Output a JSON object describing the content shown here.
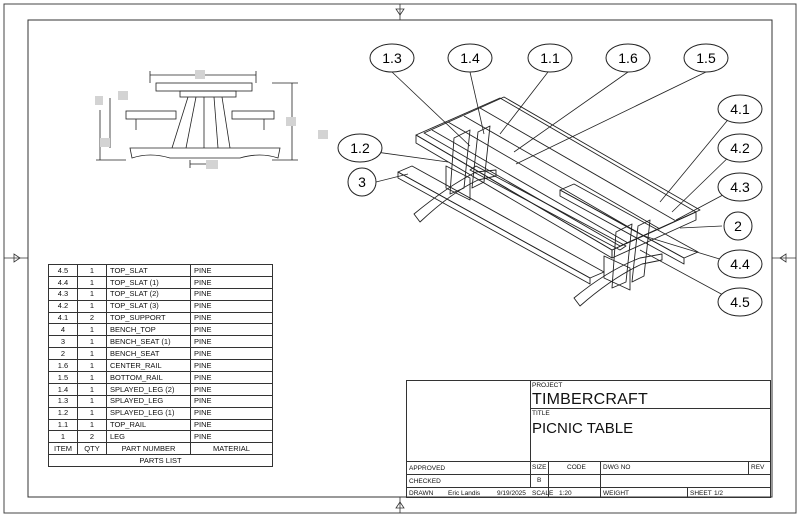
{
  "callouts": [
    {
      "id": "1.3",
      "label": "1.3"
    },
    {
      "id": "1.4",
      "label": "1.4"
    },
    {
      "id": "1.1",
      "label": "1.1"
    },
    {
      "id": "1.6",
      "label": "1.6"
    },
    {
      "id": "1.5",
      "label": "1.5"
    },
    {
      "id": "1.2",
      "label": "1.2"
    },
    {
      "id": "3",
      "label": "3"
    },
    {
      "id": "4.1",
      "label": "4.1"
    },
    {
      "id": "4.2",
      "label": "4.2"
    },
    {
      "id": "4.3",
      "label": "4.3"
    },
    {
      "id": "2",
      "label": "2"
    },
    {
      "id": "4.4",
      "label": "4.4"
    },
    {
      "id": "4.5",
      "label": "4.5"
    }
  ],
  "parts_list": {
    "rows": [
      {
        "item": "4.5",
        "qty": "1",
        "part": "TOP_SLAT",
        "material": "PINE"
      },
      {
        "item": "4.4",
        "qty": "1",
        "part": "TOP_SLAT (1)",
        "material": "PINE"
      },
      {
        "item": "4.3",
        "qty": "1",
        "part": "TOP_SLAT (2)",
        "material": "PINE"
      },
      {
        "item": "4.2",
        "qty": "1",
        "part": "TOP_SLAT (3)",
        "material": "PINE"
      },
      {
        "item": "4.1",
        "qty": "2",
        "part": "TOP_SUPPORT",
        "material": "PINE"
      },
      {
        "item": "4",
        "qty": "1",
        "part": "BENCH_TOP",
        "material": "PINE"
      },
      {
        "item": "3",
        "qty": "1",
        "part": "BENCH_SEAT (1)",
        "material": "PINE"
      },
      {
        "item": "2",
        "qty": "1",
        "part": "BENCH_SEAT",
        "material": "PINE"
      },
      {
        "item": "1.6",
        "qty": "1",
        "part": "CENTER_RAIL",
        "material": "PINE"
      },
      {
        "item": "1.5",
        "qty": "1",
        "part": "BOTTOM_RAIL",
        "material": "PINE"
      },
      {
        "item": "1.4",
        "qty": "1",
        "part": "SPLAYED_LEG (2)",
        "material": "PINE"
      },
      {
        "item": "1.3",
        "qty": "1",
        "part": "SPLAYED_LEG",
        "material": "PINE"
      },
      {
        "item": "1.2",
        "qty": "1",
        "part": "SPLAYED_LEG (1)",
        "material": "PINE"
      },
      {
        "item": "1.1",
        "qty": "1",
        "part": "TOP_RAIL",
        "material": "PINE"
      },
      {
        "item": "1",
        "qty": "2",
        "part": "LEG",
        "material": "PINE"
      }
    ],
    "headers": {
      "item": "ITEM",
      "qty": "QTY",
      "part": "PART NUMBER",
      "material": "MATERIAL"
    },
    "title": "PARTS LIST"
  },
  "title_block": {
    "project_label": "PROJECT",
    "project": "TIMBERCRAFT",
    "title_label": "TITLE",
    "title": "PICNIC TABLE",
    "approved_label": "APPROVED",
    "checked_label": "CHECKED",
    "drawn_label": "DRAWN",
    "drawn_by": "Eric Landis",
    "drawn_date": "9/19/2025",
    "size_label": "SIZE",
    "size": "B",
    "code_label": "CODE",
    "dwg_label": "DWG NO",
    "rev_label": "REV",
    "scale_label": "SCALE",
    "scale": "1:20",
    "weight_label": "WEIGHT",
    "sheet_label": "SHEET",
    "sheet": "1/2"
  },
  "colors": {
    "line": "#333333",
    "paper": "#ffffff",
    "redaction": "#d3d3d3"
  }
}
